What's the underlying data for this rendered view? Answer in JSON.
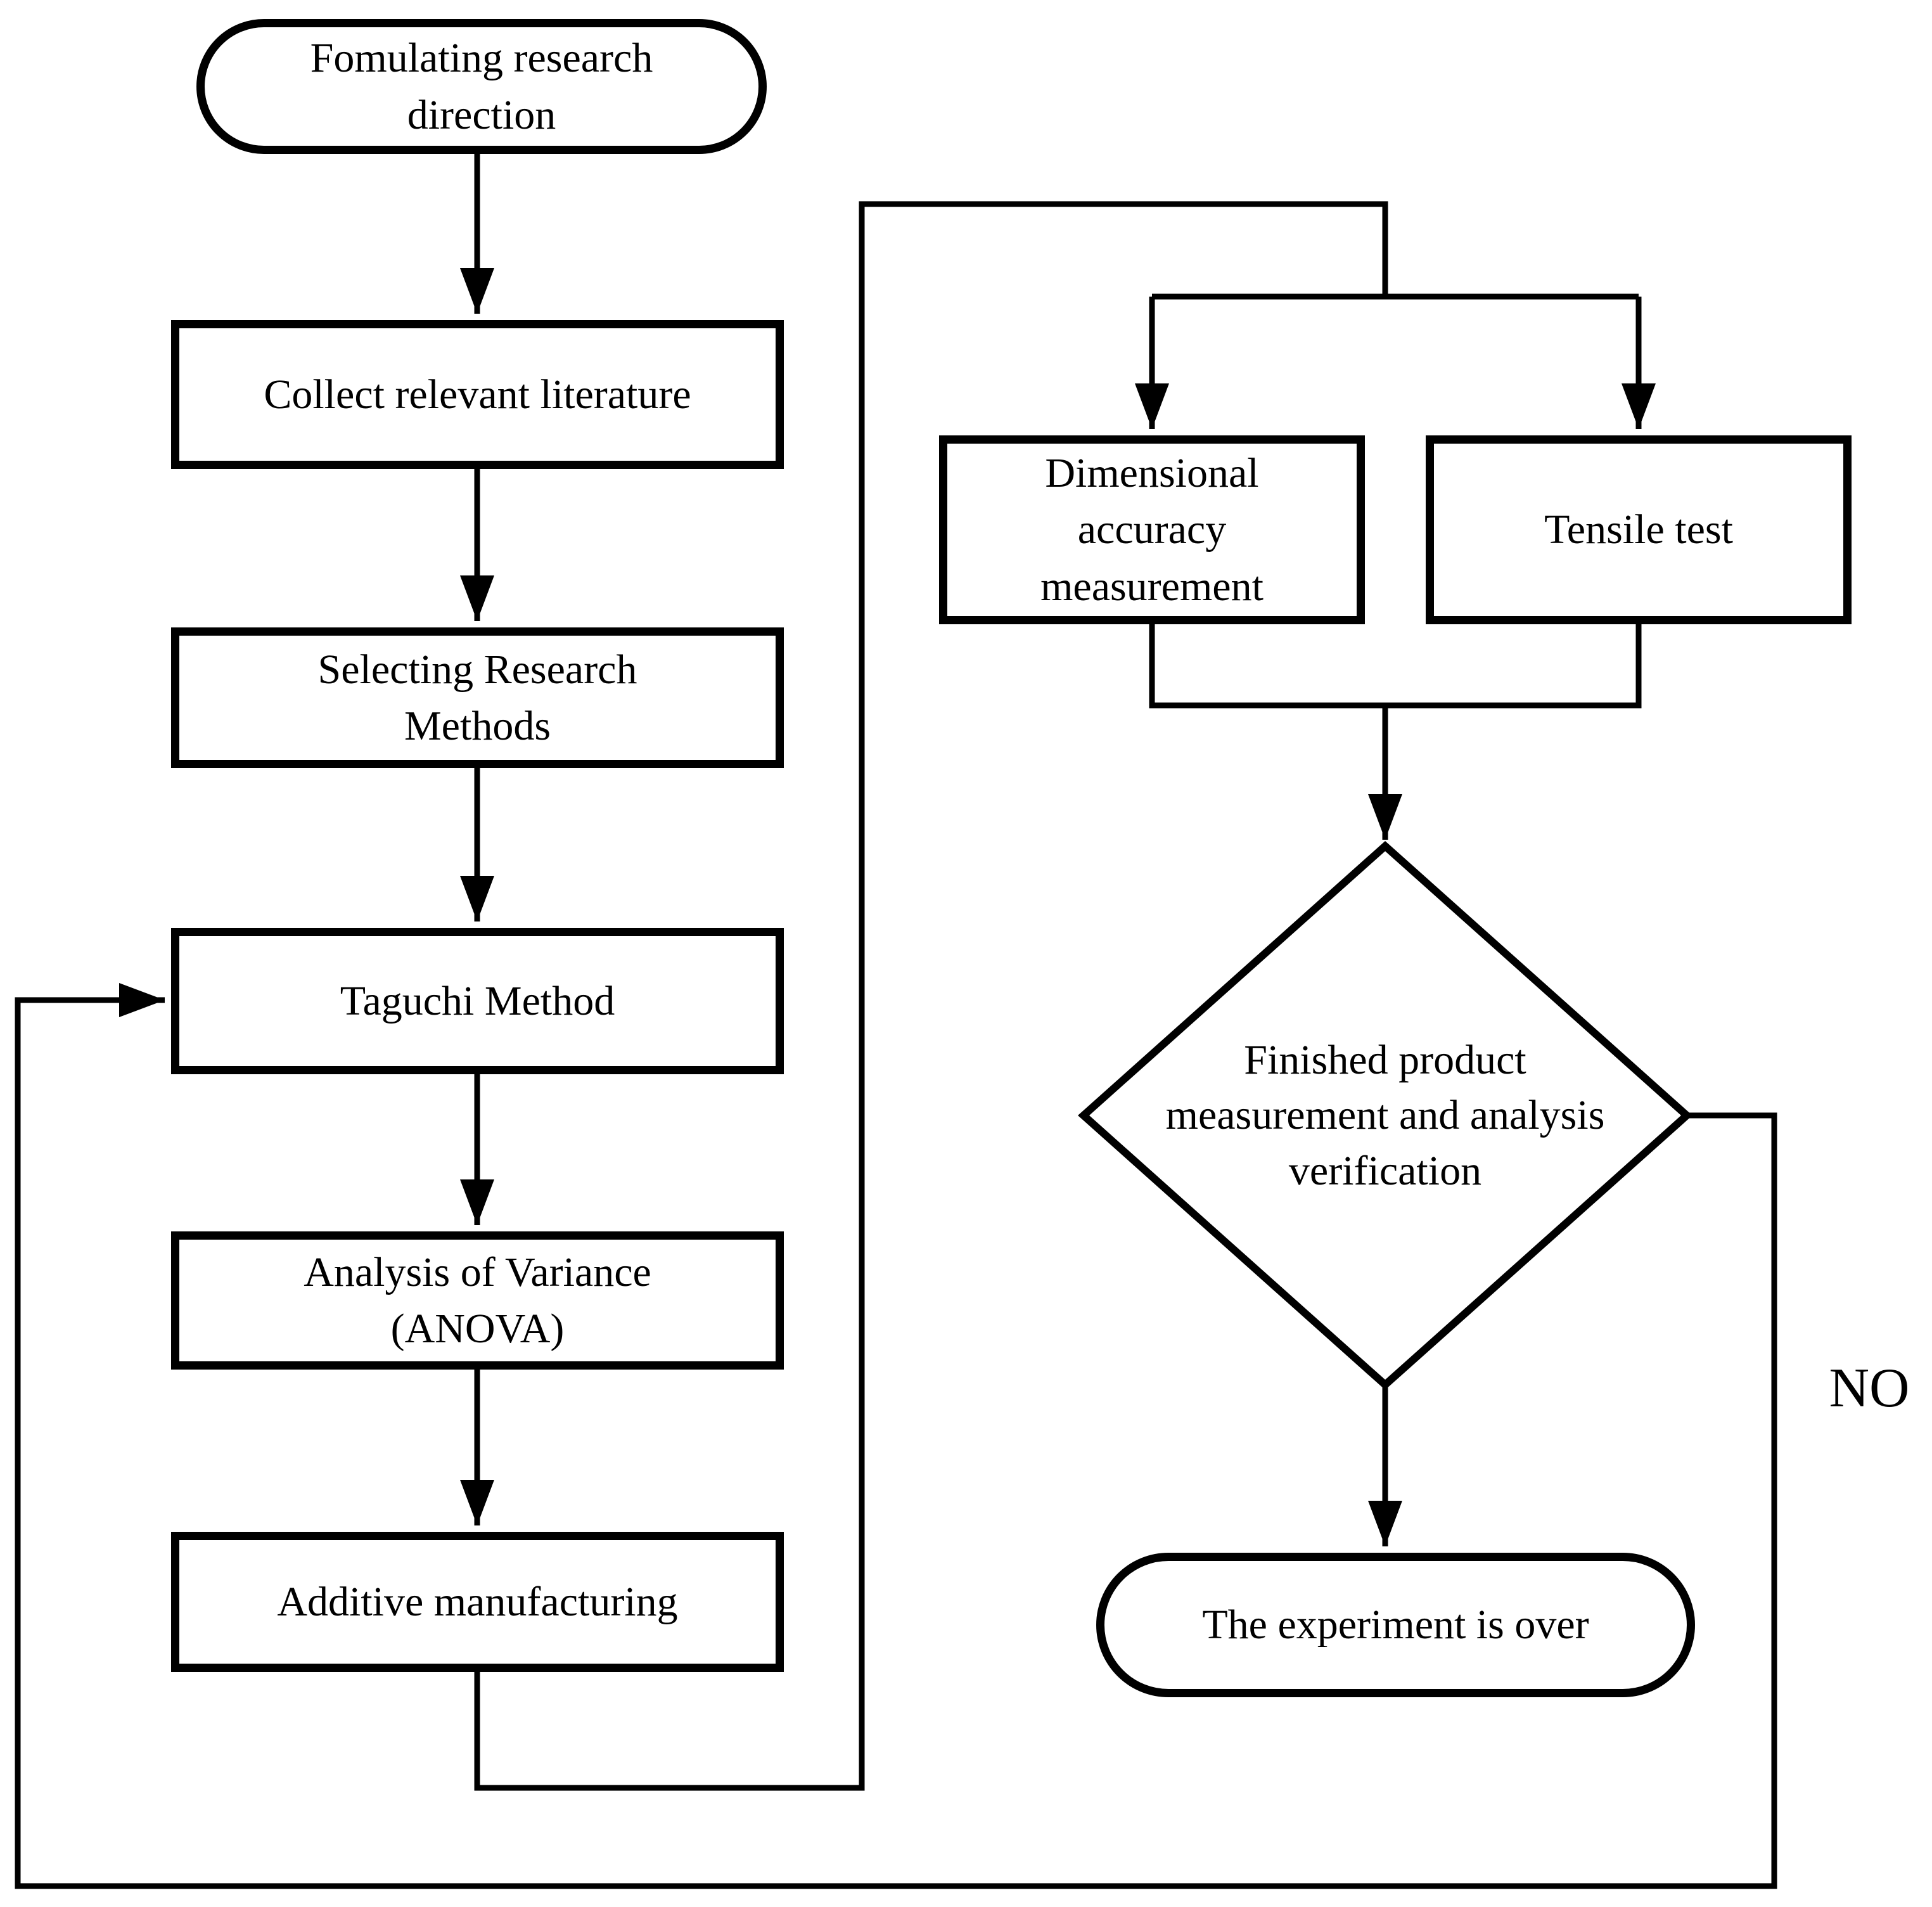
{
  "flowchart": {
    "colors": {
      "line": "#000000",
      "node_fill": "#ffffff",
      "text": "#000000"
    },
    "nodes": {
      "start": {
        "label": "Fomulating research direction",
        "shape": "terminator"
      },
      "collect_literature": {
        "label": "Collect relevant literature",
        "shape": "process"
      },
      "select_methods": {
        "label": "Selecting Research Methods",
        "shape": "process"
      },
      "taguchi_method": {
        "label": "Taguchi Method",
        "shape": "process"
      },
      "anova": {
        "label": "Analysis of Variance (ANOVA)",
        "shape": "process"
      },
      "additive_manufacturing": {
        "label": "Additive manufacturing",
        "shape": "process"
      },
      "dimensional_accuracy": {
        "label": "Dimensional accuracy measurement",
        "shape": "process"
      },
      "tensile_test": {
        "label": "Tensile test",
        "shape": "process"
      },
      "decision": {
        "label": "Finished product measurement and analysis verification",
        "shape": "decision"
      },
      "end": {
        "label": "The experiment is over",
        "shape": "terminator"
      }
    },
    "labels": {
      "no_branch": "NO"
    }
  }
}
